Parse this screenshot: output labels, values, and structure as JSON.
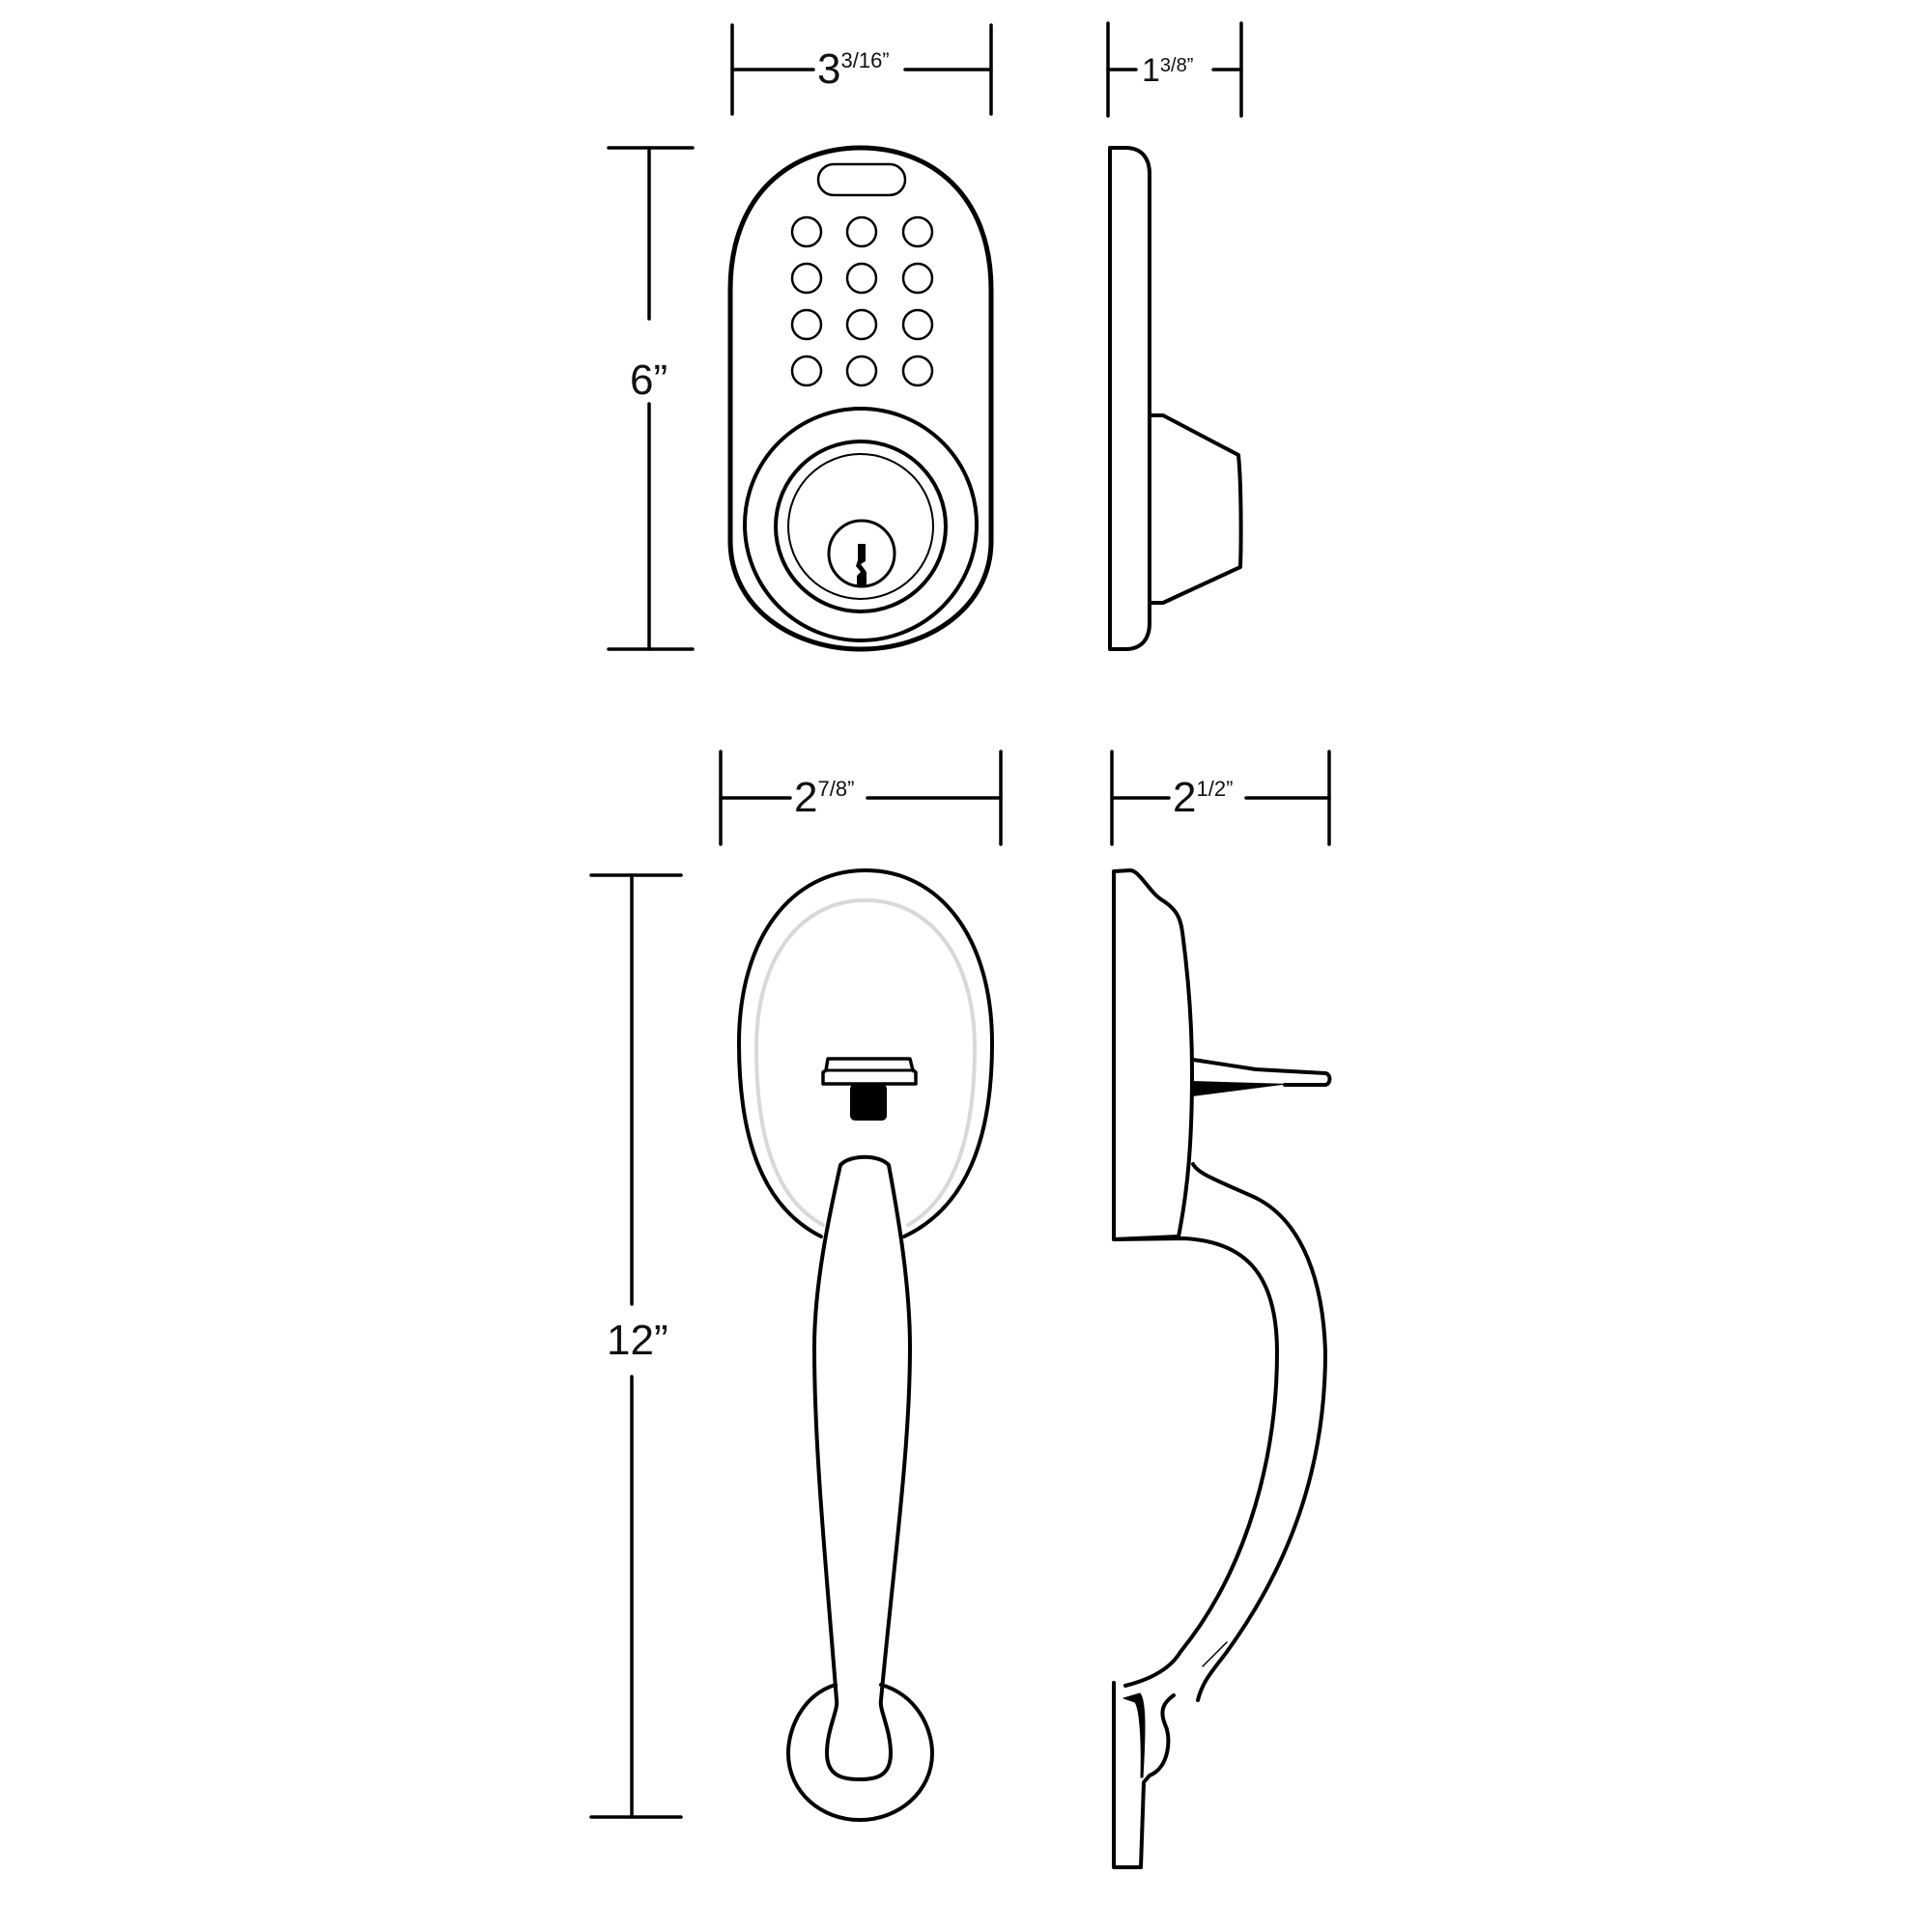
{
  "title": "Keypad deadbolt and handleset dimension diagram",
  "colors": {
    "line": "#000000",
    "inner_ring": "#d8d8d8",
    "background": "#ffffff"
  },
  "deadbolt": {
    "width": {
      "whole": "3",
      "fraction": "3/16”"
    },
    "height": {
      "label": "6”"
    },
    "depth": {
      "whole": "1",
      "fraction": "3/8”"
    },
    "keypad": {
      "rows": 4,
      "cols": 3,
      "buttons": 12
    }
  },
  "handleset": {
    "width": {
      "whole": "2",
      "fraction": "7/8”"
    },
    "height": {
      "label": "12”"
    },
    "depth": {
      "whole": "2",
      "fraction": "1/2”"
    }
  }
}
